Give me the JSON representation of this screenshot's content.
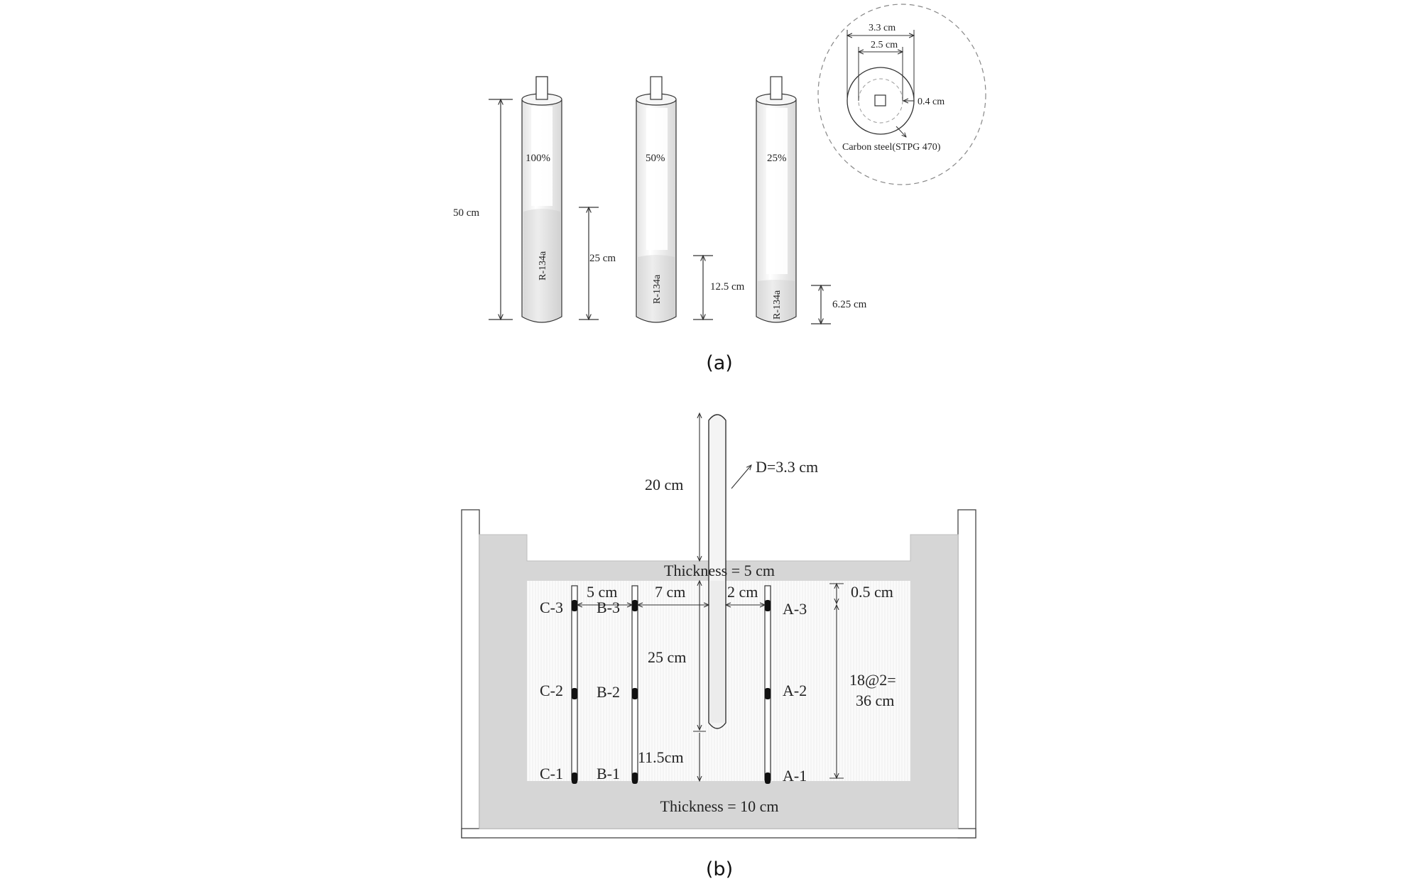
{
  "panel_a": {
    "caption": "(a)",
    "height_total": "50 cm",
    "tubes": [
      {
        "fill_pct": "100%",
        "fluid": "R-134a",
        "fluid_height": "25 cm"
      },
      {
        "fill_pct": "50%",
        "fluid": "R-134a",
        "fluid_height": "12.5 cm"
      },
      {
        "fill_pct": "25%",
        "fluid": "R-134a",
        "fluid_height": "6.25 cm"
      }
    ],
    "cross_section": {
      "outer_diameter": "3.3 cm",
      "inner_diameter": "2.5 cm",
      "wall": "0.4 cm",
      "material": "Carbon steel(STPG 470)"
    }
  },
  "panel_b": {
    "caption": "(b)",
    "pipe_length": "20 cm",
    "pipe_diameter": "D=3.3 cm",
    "top_thickness": "Thickness = 5 cm",
    "bottom_thickness": "Thickness = 10 cm",
    "spacing": {
      "c_b": "5 cm",
      "b_pipe": "7 cm",
      "pipe_a": "2 cm"
    },
    "embed_depth": "25 cm",
    "below_pipe": "11.5cm",
    "top_offset": "0.5 cm",
    "sensor_span": [
      "18@2=",
      "36 cm"
    ],
    "sensors": {
      "A": [
        "A-3",
        "A-2",
        "A-1"
      ],
      "B": [
        "B-3",
        "B-2",
        "B-1"
      ],
      "C": [
        "C-3",
        "C-2",
        "C-1"
      ]
    }
  }
}
